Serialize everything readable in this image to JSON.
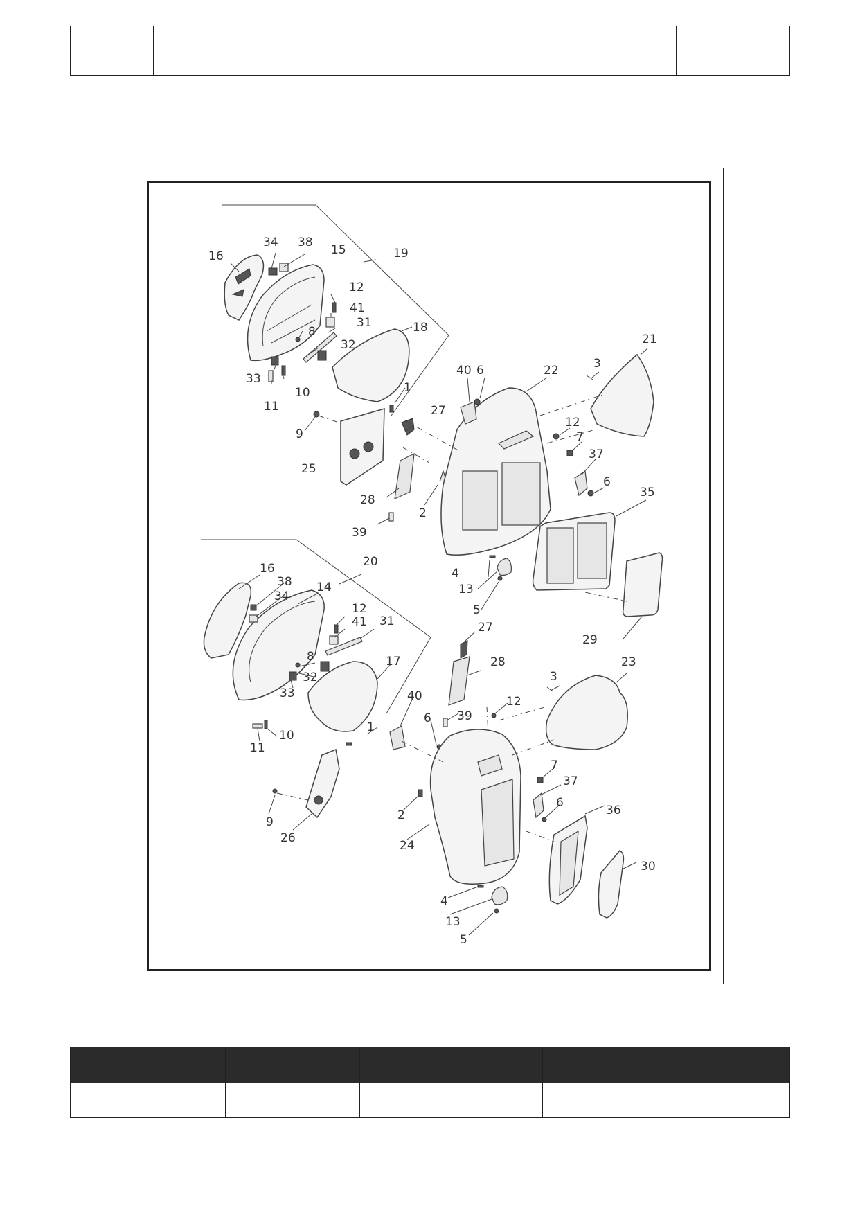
{
  "header_table": {
    "cells": [
      "",
      "",
      "",
      ""
    ]
  },
  "diagram": {
    "callouts": {
      "top_assembly": [
        "16",
        "34",
        "38",
        "15",
        "19",
        "12",
        "41",
        "31",
        "8",
        "32",
        "18",
        "33",
        "10",
        "11",
        "1",
        "9",
        "25",
        "27",
        "28",
        "39",
        "2",
        "40",
        "6",
        "22",
        "3",
        "21",
        "12",
        "7",
        "37",
        "6",
        "35",
        "4",
        "13",
        "5",
        "29"
      ],
      "bottom_assembly": [
        "16",
        "38",
        "34",
        "14",
        "20",
        "12",
        "41",
        "31",
        "8",
        "32",
        "33",
        "17",
        "1",
        "11",
        "10",
        "27",
        "28",
        "3",
        "23",
        "40",
        "6",
        "39",
        "12",
        "9",
        "26",
        "7",
        "37",
        "2",
        "6",
        "36",
        "24",
        "30",
        "4",
        "13",
        "5"
      ]
    }
  },
  "footer_table": {
    "header": [
      "",
      "",
      "",
      ""
    ],
    "row": [
      "",
      "",
      "",
      ""
    ]
  }
}
